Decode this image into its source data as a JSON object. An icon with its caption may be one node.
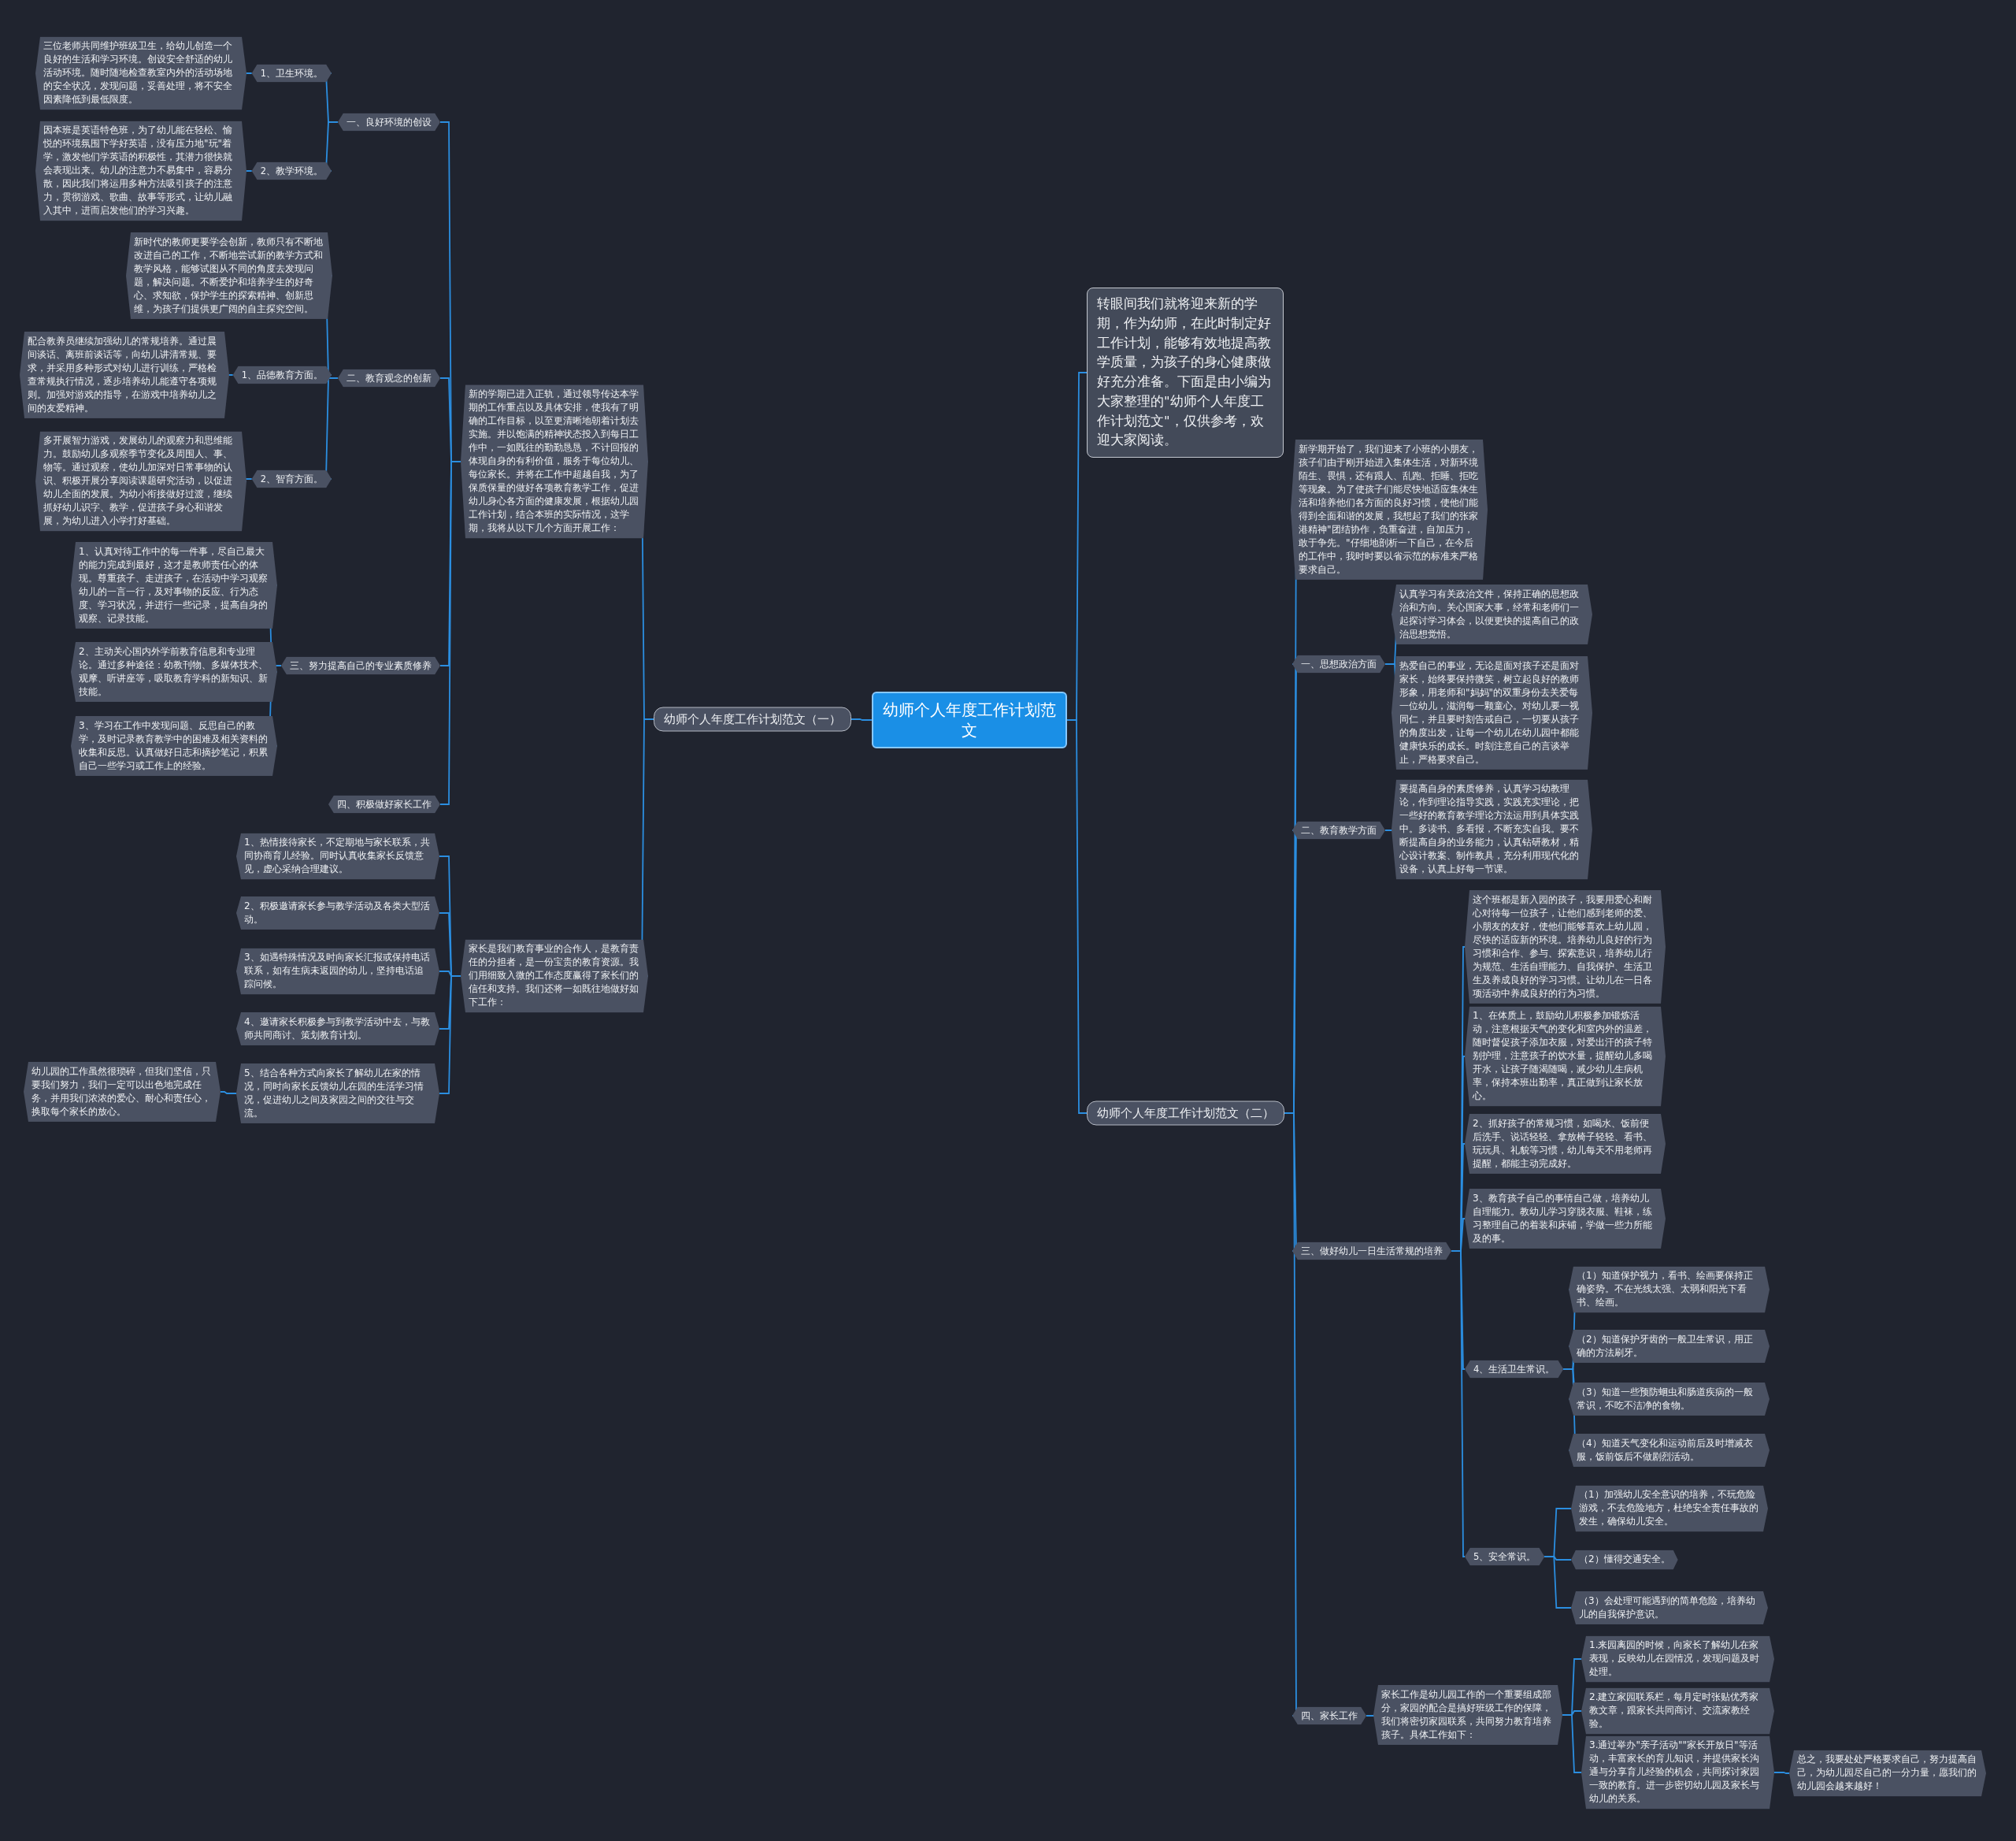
{
  "diagram": {
    "nodes": [
      {
        "text": [
          "幼师个人年度工作计划范文"
        ]
      },
      {
        "text": [
          "幼师个人年度工作计划范文（一）"
        ]
      },
      {
        "text": [
          "新的学期已进入正轨，通过领导传达本学期的工作重点以及具体安排，使我有了明确的工作目标，以至更清晰地朝着计划去实施。并以饱满的精神状态投入到每日工作中，一如既往的勤勤恳恳，不计回报的体现自身的有利价值，服务于每位幼儿、每位家长。并将在工作中超越自我，为了保质保量的做好各项教育教学工作，促进幼儿身心各方面的健康发展，根据幼儿园工作计划，结合本班的实际情况，这学期，我将从以下几个方面开展工作："
        ]
      },
      {
        "text": [
          "一、良好环境的创设"
        ]
      },
      {
        "text": [
          "1、卫生环境。"
        ]
      },
      {
        "text": [
          "三位老师共同维护班级卫生，给幼儿创造一个良好的生活和学习环境。创设安全舒适的幼儿活动环境。随时随地检查教室内外的活动场地的安全状况，发现问题，妥善处理，将不安全因素降低到最低限度。"
        ]
      },
      {
        "text": [
          "2、教学环境。"
        ]
      },
      {
        "text": [
          "因本班是英语特色班，为了幼儿能在轻松、愉悦的环境氛围下学好英语，没有压力地\"玩\"着学，激发他们学英语的积极性，其潜力很快就会表现出来。幼儿的注意力不易集中，容易分散，因此我们将运用多种方法吸引孩子的注意力，贯彻游戏、歌曲、故事等形式，让幼儿融入其中，进而启发他们的学习兴趣。"
        ]
      },
      {
        "text": [
          "二、教育观念的创新"
        ]
      },
      {
        "text": [
          "新时代的教师更要学会创新，教师只有不断地改进自己的工作，不断地尝试新的教学方式和教学风格，能够试图从不同的角度去发现问题，解决问题。不断爱护和培养学生的好奇心、求知欲，保护学生的探索精神、创新思维，为孩子们提供更广阔的自主探究空间。"
        ]
      },
      {
        "text": [
          "1、品德教育方面。"
        ]
      },
      {
        "text": [
          "配合教养员继续加强幼儿的常规培养。通过晨间谈话、离班前谈话等，向幼儿讲清常规、要求，并采用多种形式对幼儿进行训练，严格检查常规执行情况，逐步培养幼儿能遵守各项规则。加强对游戏的指导，在游戏中培养幼儿之间的友爱精神。"
        ]
      },
      {
        "text": [
          "2、智育方面。"
        ]
      },
      {
        "text": [
          "多开展智力游戏，发展幼儿的观察力和思维能力。鼓励幼儿多观察季节变化及周围人、事、物等。通过观察，使幼儿加深对日常事物的认识、积极开展分享阅读课题研究活动，以促进幼儿全面的发展。为幼小衔接做好过渡，继续抓好幼儿识字、教学，促进孩子身心和谐发展，为幼儿进入小学打好基础。"
        ]
      },
      {
        "text": [
          "三、努力提高自己的专业素质修养"
        ]
      },
      {
        "text": [
          "1、认真对待工作中的每一件事，尽自己最大的能力完成到最好，这才是教师责任心的体现。尊重孩子、走进孩子，在活动中学习观察幼儿的一言一行，及对事物的反应、行为态度、学习状况，并进行一些记录，提高自身的观察、记录技能。"
        ]
      },
      {
        "text": [
          "2、主动关心国内外学前教育信息和专业理论。通过多种途径：幼教刊物、多媒体技术、观摩、听讲座等，吸取教育学科的新知识、新技能。"
        ]
      },
      {
        "text": [
          "3、学习在工作中发现问题、反思自己的教学，及时记录教育教学中的困难及相关资料的收集和反思。认真做好日志和摘抄笔记，积累自己一些学习或工作上的经验。"
        ]
      },
      {
        "text": [
          "四、积极做好家长工作"
        ]
      },
      {
        "text": [
          "家长是我们教育事业的合作人，是教育责任的分担者，是一份宝贵的教育资源。我们用细致入微的工作态度赢得了家长们的信任和支持。我们还将一如既往地做好如下工作："
        ]
      },
      {
        "text": [
          "1、热情接待家长，不定期地与家长联系，共同协商育儿经验。同时认真收集家长反馈意见，虚心采纳合理建议。"
        ]
      },
      {
        "text": [
          "2、积极邀请家长参与教学活动及各类大型活动。"
        ]
      },
      {
        "text": [
          "3、如遇特殊情况及时向家长汇报或保持电话联系，如有生病未返园的幼儿，坚持电话追踪问候。"
        ]
      },
      {
        "text": [
          "4、邀请家长积极参与到教学活动中去，与教师共同商讨、策划教育计划。"
        ]
      },
      {
        "text": [
          "5、结合各种方式向家长了解幼儿在家的情况，同时向家长反馈幼儿在园的生活学习情况，促进幼儿之间及家园之间的交往与交流。"
        ]
      },
      {
        "text": [
          "幼儿园的工作虽然很琐碎，但我们坚信，只要我们努力，我们一定可以出色地完成任务，并用我们浓浓的爱心、耐心和责任心，换取每个家长的放心。"
        ]
      },
      {
        "text": [
          "转眼间我们就将迎来新的学期，作为幼师，在此时制定好工作计划，能够有效地提高教学质量，为孩子的身心健康做好充分准备。下面是由小编为大家整理的\"幼师个人年度工作计划范文\"，仅供参考，欢迎大家阅读。"
        ]
      },
      {
        "text": [
          "幼师个人年度工作计划范文（二）"
        ]
      },
      {
        "text": [
          "新学期开始了，我们迎来了小班的小朋友，孩子们由于刚开始进入集体生活，对新环境陌生、畏惧，还有跟人、乱跑、拒睡、拒吃等现象。为了使孩子们能尽快地适应集体生活和培养他们各方面的良好习惯，使他们能得到全面和谐的发展，我想起了我们的张家港精神\"团结协作，负重奋进，自加压力，敢于争先。\"仔细地剖析一下自己，在今后的工作中，我时时要以省示范的标准来严格要求自己。"
        ]
      },
      {
        "text": [
          "一、思想政治方面"
        ]
      },
      {
        "text": [
          "认真学习有关政治文件，保持正确的思想政治和方向。关心国家大事，经常和老师们一起探讨学习体会，以便更快的提高自己的政治思想觉悟。"
        ]
      },
      {
        "text": [
          "热爱自己的事业，无论是面对孩子还是面对家长，始终要保持微笑，树立起良好的教师形象，用老师和\"妈妈\"的双重身份去关爱每一位幼儿，滋润每一颗童心。对幼儿要一视同仁，并且要时刻告戒自己，一切要从孩子的角度出发，让每一个幼儿在幼儿园中都能健康快乐的成长。时刻注意自己的言谈举止，严格要求自己。"
        ]
      },
      {
        "text": [
          "二、教育教学方面"
        ]
      },
      {
        "text": [
          "要提高自身的素质修养，认真学习幼教理论，作到理论指导实践，实践充实理论，把一些好的教育教学理论方法运用到具体实践中。多读书、多看报，不断充实自我。要不断提高自身的业务能力，认真钻研教材，精心设计教案、制作教具，充分利用现代化的设备，认真上好每一节课。"
        ]
      },
      {
        "text": [
          "三、做好幼儿一日生活常规的培养"
        ]
      },
      {
        "text": [
          "这个班都是新入园的孩子，我要用爱心和耐心对待每一位孩子，让他们感到老师的爱、小朋友的友好，使他们能够喜欢上幼儿园，尽快的适应新的环境。培养幼儿良好的行为习惯和合作、参与、探索意识，培养幼儿行为规范、生活自理能力、自我保护、生活卫生及养成良好的学习习惯。让幼儿在一日各项活动中养成良好的行为习惯。"
        ]
      },
      {
        "text": [
          "1、在体质上，鼓励幼儿积极参加锻炼活动，注意根据天气的变化和室内外的温差，随时督促孩子添加衣服，对爱出汗的孩子特别护理，注意孩子的饮水量，提醒幼儿多喝开水，让孩子随渴随喝，减少幼儿生病机率，保持本班出勤率，真正做到让家长放心。"
        ]
      },
      {
        "text": [
          "2、抓好孩子的常规习惯，如喝水、饭前便后洗手、说话轻轻、拿放椅子轻轻、看书、玩玩具、礼貌等习惯，幼儿每天不用老师再提醒，都能主动完成好。"
        ]
      },
      {
        "text": [
          "3、教育孩子自己的事情自己做，培养幼儿自理能力。教幼儿学习穿脱衣服、鞋袜，练习整理自己的着装和床铺，学做一些力所能及的事。"
        ]
      },
      {
        "text": [
          "4、生活卫生常识。"
        ]
      },
      {
        "text": [
          "（1）知道保护视力，看书、绘画要保持正确姿势。不在光线太强、太弱和阳光下看书、绘画。"
        ]
      },
      {
        "text": [
          "（2）知道保护牙齿的一般卫生常识，用正确的方法刷牙。"
        ]
      },
      {
        "text": [
          "（3）知道一些预防蛔虫和肠道疾病的一般常识，不吃不洁净的食物。"
        ]
      },
      {
        "text": [
          "（4）知道天气变化和运动前后及时增减衣服，饭前饭后不做剧烈活动。"
        ]
      },
      {
        "text": [
          "5、安全常识。"
        ]
      },
      {
        "text": [
          "（1）加强幼儿安全意识的培养，不玩危险游戏，不去危险地方，杜绝安全责任事故的发生，确保幼儿安全。"
        ]
      },
      {
        "text": [
          "（2）懂得交通安全。"
        ]
      },
      {
        "text": [
          "（3）会处理可能遇到的简单危险，培养幼儿的自我保护意识。"
        ]
      },
      {
        "text": [
          "四、家长工作"
        ]
      },
      {
        "text": [
          "家长工作是幼儿园工作的一个重要组成部分，家园的配合是搞好班级工作的保障，我们将密切家园联系，共同努力教育培养孩子。具体工作如下："
        ]
      },
      {
        "text": [
          "1.来园离园的时候，向家长了解幼儿在家表现，反映幼儿在园情况，发现问题及时处理。"
        ]
      },
      {
        "text": [
          "2.建立家园联系栏，每月定时张贴优秀家教文章，跟家长共同商讨、交流家教经验。"
        ]
      },
      {
        "text": [
          "3.通过举办\"亲子活动\"\"家长开放日\"等活动，丰富家长的育儿知识，并提供家长沟通与分享育儿经验的机会，共同探讨家园一致的教育。进一步密切幼儿园及家长与幼儿的关系。"
        ]
      },
      {
        "text": [
          "总之，我要处处严格要求自己，努力提高自己，为幼儿园尽自己的一分力量，愿我们的幼儿园会越来越好！"
        ]
      }
    ],
    "edges": [
      {
        "from": 0,
        "to": 1,
        "arrow": "none"
      },
      {
        "from": 1,
        "to": 2,
        "arrow": "none"
      },
      {
        "from": 2,
        "to": 3,
        "arrow": "none"
      },
      {
        "from": 3,
        "to": 4,
        "arrow": "none"
      },
      {
        "from": 4,
        "to": 5,
        "arrow": "none"
      },
      {
        "from": 3,
        "to": 6,
        "arrow": "none"
      },
      {
        "from": 6,
        "to": 7,
        "arrow": "none"
      },
      {
        "from": 2,
        "to": 8,
        "arrow": "none"
      },
      {
        "from": 8,
        "to": 9,
        "arrow": "none"
      },
      {
        "from": 8,
        "to": 10,
        "arrow": "none"
      },
      {
        "from": 10,
        "to": 11,
        "arrow": "none"
      },
      {
        "from": 8,
        "to": 12,
        "arrow": "none"
      },
      {
        "from": 12,
        "to": 13,
        "arrow": "none"
      },
      {
        "from": 2,
        "to": 14,
        "arrow": "none"
      },
      {
        "from": 14,
        "to": 15,
        "arrow": "none"
      },
      {
        "from": 14,
        "to": 16,
        "arrow": "none"
      },
      {
        "from": 14,
        "to": 17,
        "arrow": "none"
      },
      {
        "from": 2,
        "to": 18,
        "arrow": "none"
      },
      {
        "from": 1,
        "to": 19,
        "arrow": "none"
      },
      {
        "from": 19,
        "to": 20,
        "arrow": "none"
      },
      {
        "from": 19,
        "to": 21,
        "arrow": "none"
      },
      {
        "from": 19,
        "to": 22,
        "arrow": "none"
      },
      {
        "from": 19,
        "to": 23,
        "arrow": "none"
      },
      {
        "from": 19,
        "to": 24,
        "arrow": "none"
      },
      {
        "from": 24,
        "to": 25,
        "arrow": "none"
      },
      {
        "from": 0,
        "to": 26,
        "arrow": "none"
      },
      {
        "from": 0,
        "to": 27,
        "arrow": "none"
      },
      {
        "from": 27,
        "to": 28,
        "arrow": "none"
      },
      {
        "from": 27,
        "to": 29,
        "arrow": "none"
      },
      {
        "from": 29,
        "to": 30,
        "arrow": "none"
      },
      {
        "from": 29,
        "to": 31,
        "arrow": "none"
      },
      {
        "from": 27,
        "to": 32,
        "arrow": "none"
      },
      {
        "from": 32,
        "to": 33,
        "arrow": "none"
      },
      {
        "from": 27,
        "to": 34,
        "arrow": "none"
      },
      {
        "from": 34,
        "to": 35,
        "arrow": "none"
      },
      {
        "from": 34,
        "to": 36,
        "arrow": "none"
      },
      {
        "from": 34,
        "to": 37,
        "arrow": "none"
      },
      {
        "from": 34,
        "to": 38,
        "arrow": "none"
      },
      {
        "from": 34,
        "to": 39,
        "arrow": "none"
      },
      {
        "from": 39,
        "to": 40,
        "arrow": "none"
      },
      {
        "from": 39,
        "to": 41,
        "arrow": "none"
      },
      {
        "from": 39,
        "to": 42,
        "arrow": "none"
      },
      {
        "from": 39,
        "to": 43,
        "arrow": "none"
      },
      {
        "from": 34,
        "to": 44,
        "arrow": "none"
      },
      {
        "from": 44,
        "to": 45,
        "arrow": "none"
      },
      {
        "from": 44,
        "to": 46,
        "arrow": "none"
      },
      {
        "from": 44,
        "to": 47,
        "arrow": "none"
      },
      {
        "from": 27,
        "to": 48,
        "arrow": "none"
      },
      {
        "from": 48,
        "to": 49,
        "arrow": "none"
      },
      {
        "from": 49,
        "to": 50,
        "arrow": "none"
      },
      {
        "from": 49,
        "to": 51,
        "arrow": "none"
      },
      {
        "from": 49,
        "to": 52,
        "arrow": "none"
      },
      {
        "from": 52,
        "to": 53,
        "arrow": "none"
      }
    ]
  }
}
